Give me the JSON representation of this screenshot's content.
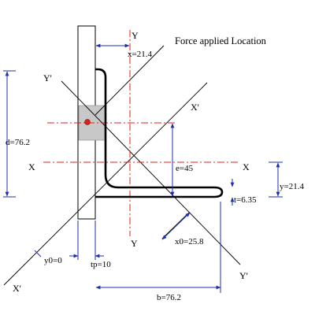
{
  "labels": {
    "force_location": "Force applied Location",
    "axis_x": "X",
    "axis_y": "Y",
    "axis_x_prime": "X'",
    "axis_y_prime": "Y'",
    "x_dim": "x=21.4",
    "d_dim": "d=76.2",
    "e_dim": "e=45",
    "y_dim": "y=21.4",
    "t_dim": "t=6.35",
    "x0_dim": "x0=25.8",
    "y0_dim": "y0=0",
    "tp_dim": "tp=10",
    "b_dim": "b=76.2"
  },
  "colors": {
    "centroidal_axis": "#e0201a",
    "dimension": "#1f2fb0",
    "force_zone": "#c8c8c8",
    "force_point": "#e0201a"
  }
}
